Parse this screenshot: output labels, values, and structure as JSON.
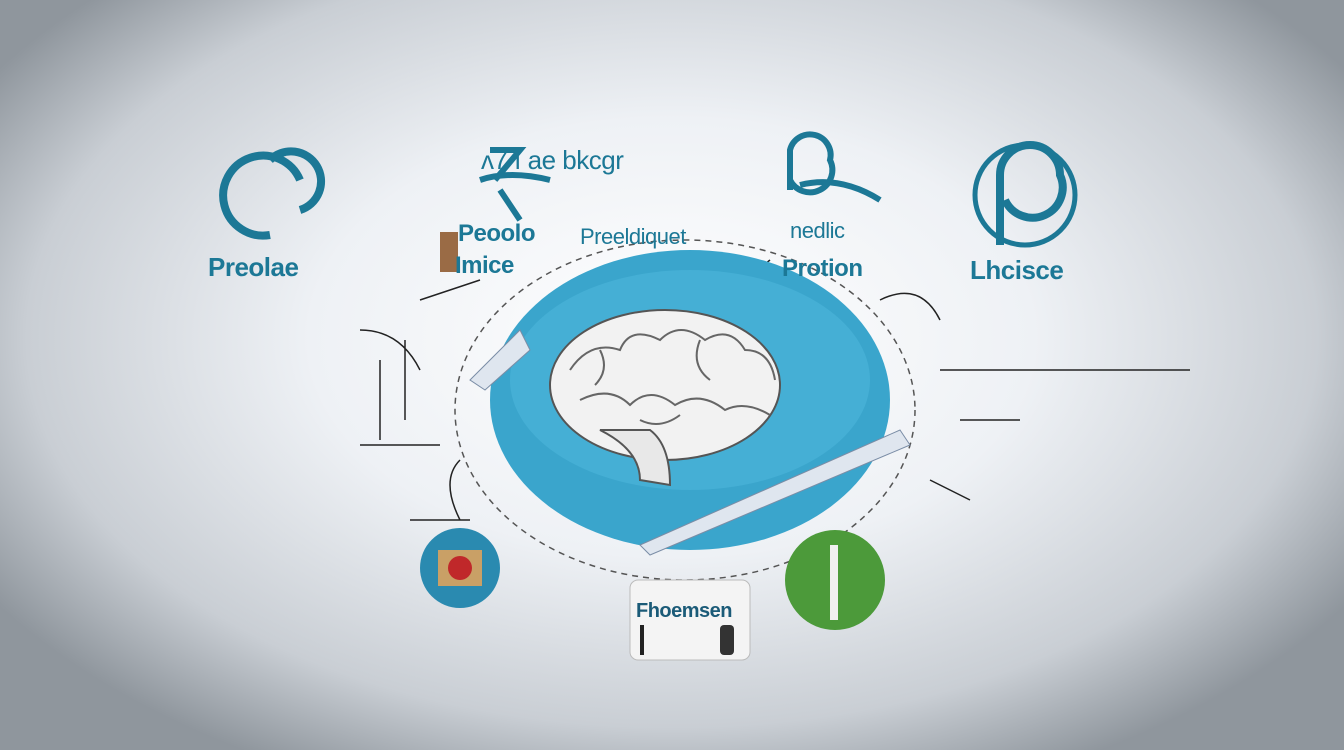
{
  "labels": {
    "top_heading": "ᴧ7 ı ae bkcgr",
    "left": "Preolae",
    "center_left_1": "Peoolo",
    "center_left_2": "Imice",
    "center_right": "Preeldiquet",
    "right_center_1": "nedlic",
    "right_center_2": "Protion",
    "right": "Lhcisce",
    "bottom": "Fhoemsen"
  },
  "colors": {
    "accent": "#1c7896",
    "disc": "#3aa5cc",
    "background": "#eef1f5"
  }
}
